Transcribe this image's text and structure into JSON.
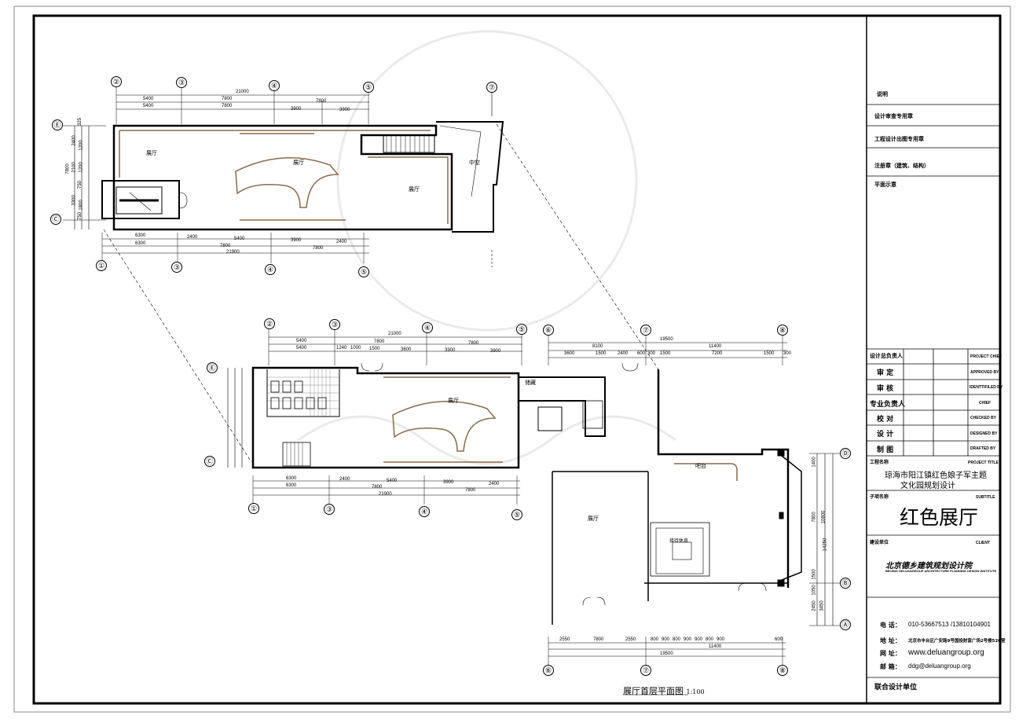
{
  "plan_upper": {
    "rooms": [
      "展厅",
      "展厅",
      "展厅",
      "中空"
    ],
    "axes_top": [
      "②",
      "③",
      "④",
      "⑤",
      "⑦"
    ],
    "axes_bottom": [
      "①",
      "③",
      "④",
      "⑤"
    ],
    "axes_left": [
      "Ⓔ",
      "Ⓒ"
    ],
    "dims_top_total": "21000",
    "dims_top_row1": [
      "5400",
      "7800",
      "7800"
    ],
    "dims_top_row2": [
      "5400",
      "7800",
      "3900",
      "3900"
    ],
    "dims_bottom_row1": [
      "6300",
      "2400",
      "5400",
      "3900",
      "2400"
    ],
    "dims_bottom_row2": [
      "6300",
      "7800",
      "7800"
    ],
    "dims_bottom_total": "21900",
    "dims_left_total": "7800",
    "dims_left_parts": [
      "325",
      "2400",
      "1200",
      "2100",
      "1200",
      "750",
      "3300",
      "1800",
      "750"
    ]
  },
  "plan_lower": {
    "rooms": [
      "展厅",
      "储藏",
      "展厅",
      "吧台",
      "接待休息"
    ],
    "axes_top": [
      "②",
      "③",
      "④",
      "⑤",
      "⑥",
      "⑦",
      "⑧"
    ],
    "axes_bottom_left": [
      "①",
      "③",
      "④",
      "⑤"
    ],
    "axes_bottom_right": [
      "⑥",
      "⑦",
      "⑧"
    ],
    "axes_left": [
      "Ⓔ",
      "Ⓒ"
    ],
    "axes_right": [
      "Ⓓ",
      "Ⓑ",
      "Ⓐ"
    ],
    "dims_top_total_left": "21000",
    "dims_top_row1": [
      "5400",
      "7800",
      "7800"
    ],
    "dims_top_row2": [
      "5400",
      "1240",
      "1000",
      "1500",
      "3600",
      "3900",
      "3900"
    ],
    "dims_top_right_total": "19500",
    "dims_top_right_row1": [
      "8100",
      "11400"
    ],
    "dims_top_right_row2": [
      "3600",
      "1500",
      "2400",
      "600",
      "300",
      "1500",
      "7200",
      "1500",
      "300"
    ],
    "dims_bottom_left_row1": [
      "6300",
      "2400",
      "5400",
      "3900",
      "2400"
    ],
    "dims_bottom_left_row2": [
      "6300",
      "7800",
      "7800"
    ],
    "dims_bottom_left_total": "21900",
    "dims_bottom_right_row1": [
      "2550",
      "7800",
      "2550",
      "800",
      "900",
      "800",
      "900",
      "900",
      "800",
      "900",
      "600"
    ],
    "dims_bottom_right_mid": "11400",
    "dims_bottom_right_total": "19500",
    "dims_right": [
      "1400",
      "7800",
      "10800",
      "14250",
      "1500",
      "1050",
      "2450",
      "3450"
    ]
  },
  "drawing_title": "展厅首层平面图",
  "drawing_scale": "1:100",
  "title_block": {
    "notes": "说明",
    "stamp_review": "设计审查专用章",
    "stamp_issue": "工程设计出图专用章",
    "stamp_reg": "注册章（建筑、结构）",
    "key_plan": "平面示意",
    "roles": [
      {
        "cn": "设计总负责人",
        "en": "PROJECT CHIEF"
      },
      {
        "cn": "审  定",
        "en": "APPROVED BY"
      },
      {
        "cn": "审  核",
        "en": "IDENTTIFILED BY"
      },
      {
        "cn": "专业负责人",
        "en": "CHIEF"
      },
      {
        "cn": "校  对",
        "en": "CHECKED BY"
      },
      {
        "cn": "设  计",
        "en": "DESIGNED BY"
      },
      {
        "cn": "制  图",
        "en": "DRAFTED BY"
      }
    ],
    "project_label": "工程名称",
    "project_label_en": "PROJECT TITLE",
    "project_name_1": "琼海市阳江镇红色娘子军主题",
    "project_name_2": "文化园规划设计",
    "subtitle_label": "子项名称",
    "subtitle_label_en": "SUBTITLE",
    "subtitle": "红色展厅",
    "client_label": "建设单位",
    "client_label_en": "CLIENT",
    "company_cn": "北京德乡建筑规划设计院",
    "company_en": "BEIJING DELUANGROUP ARCHITECTURE PLANNING DESIGN INSTITUTE",
    "tel_label": "电  话：",
    "tel": "010-53667513 /13810104901",
    "addr_label": "地  址：",
    "addr": "北京市丰台区广安路9号国投财富广场2号楼520室",
    "web_label": "网  址：",
    "web": "www.deluangroup.org",
    "mail_label": "邮  箱：",
    "mail": "ddg@deluangroup.org",
    "joint": "联合设计单位"
  },
  "colors": {
    "line": "#000000",
    "wall_accent": "#8a6a4a",
    "paper": "#ffffff"
  }
}
